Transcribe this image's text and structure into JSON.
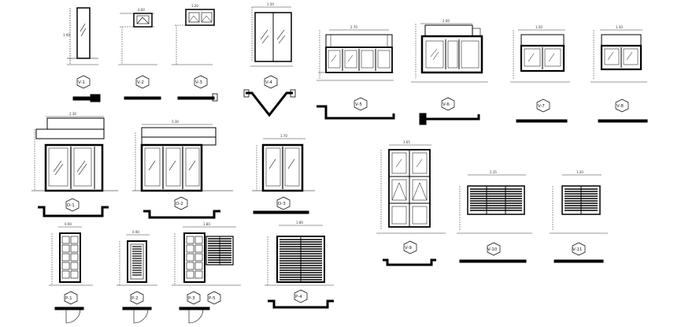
{
  "sheet": {
    "title": "",
    "line_color": "#000000",
    "paper_color": "#ffffff"
  },
  "tags": [
    {
      "id": "v1",
      "label": "V-1"
    },
    {
      "id": "v2",
      "label": "V-2"
    },
    {
      "id": "v3",
      "label": "V-3"
    },
    {
      "id": "v4",
      "label": "V-4"
    },
    {
      "id": "v5",
      "label": "V-5"
    },
    {
      "id": "v6",
      "label": "V-6"
    },
    {
      "id": "v7",
      "label": "V-7"
    },
    {
      "id": "v8",
      "label": "V-8"
    },
    {
      "id": "d1",
      "label": "D-1"
    },
    {
      "id": "d2",
      "label": "D-2"
    },
    {
      "id": "d3",
      "label": "D-3"
    },
    {
      "id": "v9",
      "label": "V-9"
    },
    {
      "id": "v10",
      "label": "V-10"
    },
    {
      "id": "v11",
      "label": "V-11"
    },
    {
      "id": "p1",
      "label": "P-1"
    },
    {
      "id": "p2",
      "label": "P-2"
    },
    {
      "id": "p3",
      "label": "P-3"
    },
    {
      "id": "p4",
      "label": "P-4"
    },
    {
      "id": "p5",
      "label": "P-5"
    }
  ],
  "dimensions": {
    "v1_h": "1.00",
    "v2_w": "0.60",
    "v3_w": "1.20",
    "v4_w": "1.50",
    "v5_w": "2.70",
    "v6_w": "2.60",
    "v7_w": "1.50",
    "v8_w": "1.50",
    "d1_w": "2.30",
    "d2_w": "3.30",
    "d3_w": "1.70",
    "v9_w": "1.65",
    "v10_w": "2.35",
    "v11_w": "1.20",
    "p1_w": "0.90",
    "p2_w": "0.90",
    "p3_w": "1.80",
    "p4_w": "1.80"
  }
}
